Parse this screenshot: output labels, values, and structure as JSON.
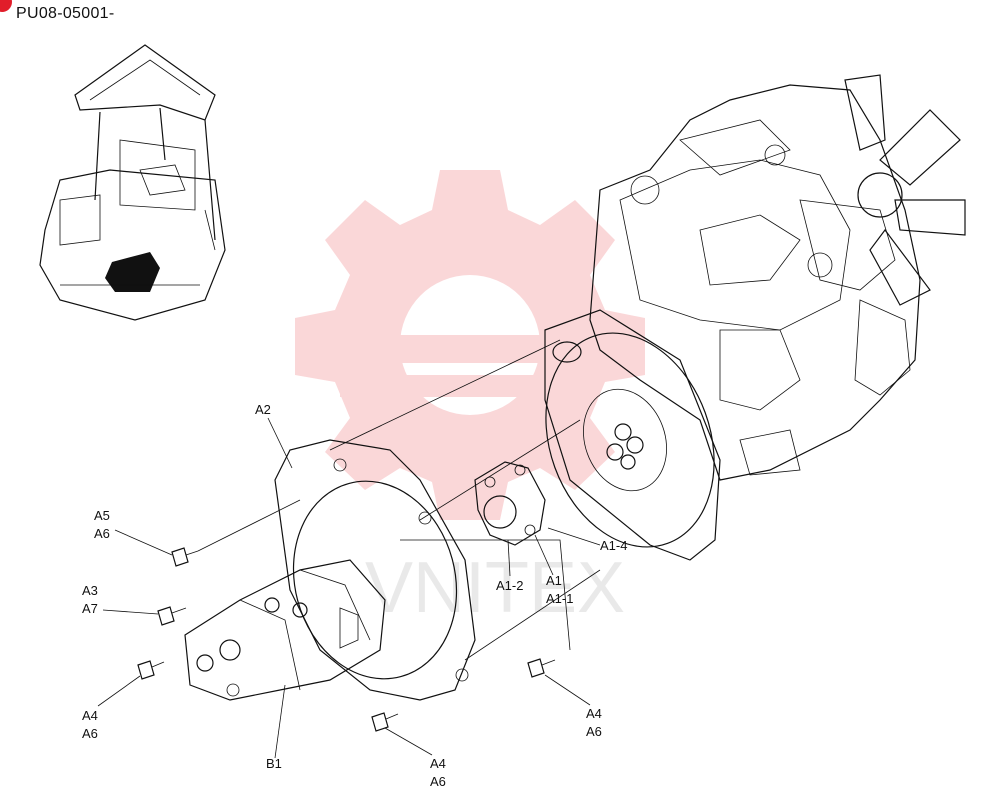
{
  "page": {
    "part_code": "PU08-05001-"
  },
  "watermark": {
    "text": "VNITEX",
    "color": "#e8262e"
  },
  "labels": {
    "a2": "A2",
    "a5a6": [
      "A5",
      "A6"
    ],
    "a3a7": [
      "A3",
      "A7"
    ],
    "a4a6_left": [
      "A4",
      "A6"
    ],
    "b1": "B1",
    "a4a6_bottom": [
      "A4",
      "A6"
    ],
    "a4a6_right": [
      "A4",
      "A6"
    ],
    "a1_2": "A1-2",
    "a1": [
      "A1",
      "A1-1"
    ],
    "a1_4": "A1-4"
  },
  "colors": {
    "accent": "#e11d2a",
    "ink": "#111111"
  }
}
